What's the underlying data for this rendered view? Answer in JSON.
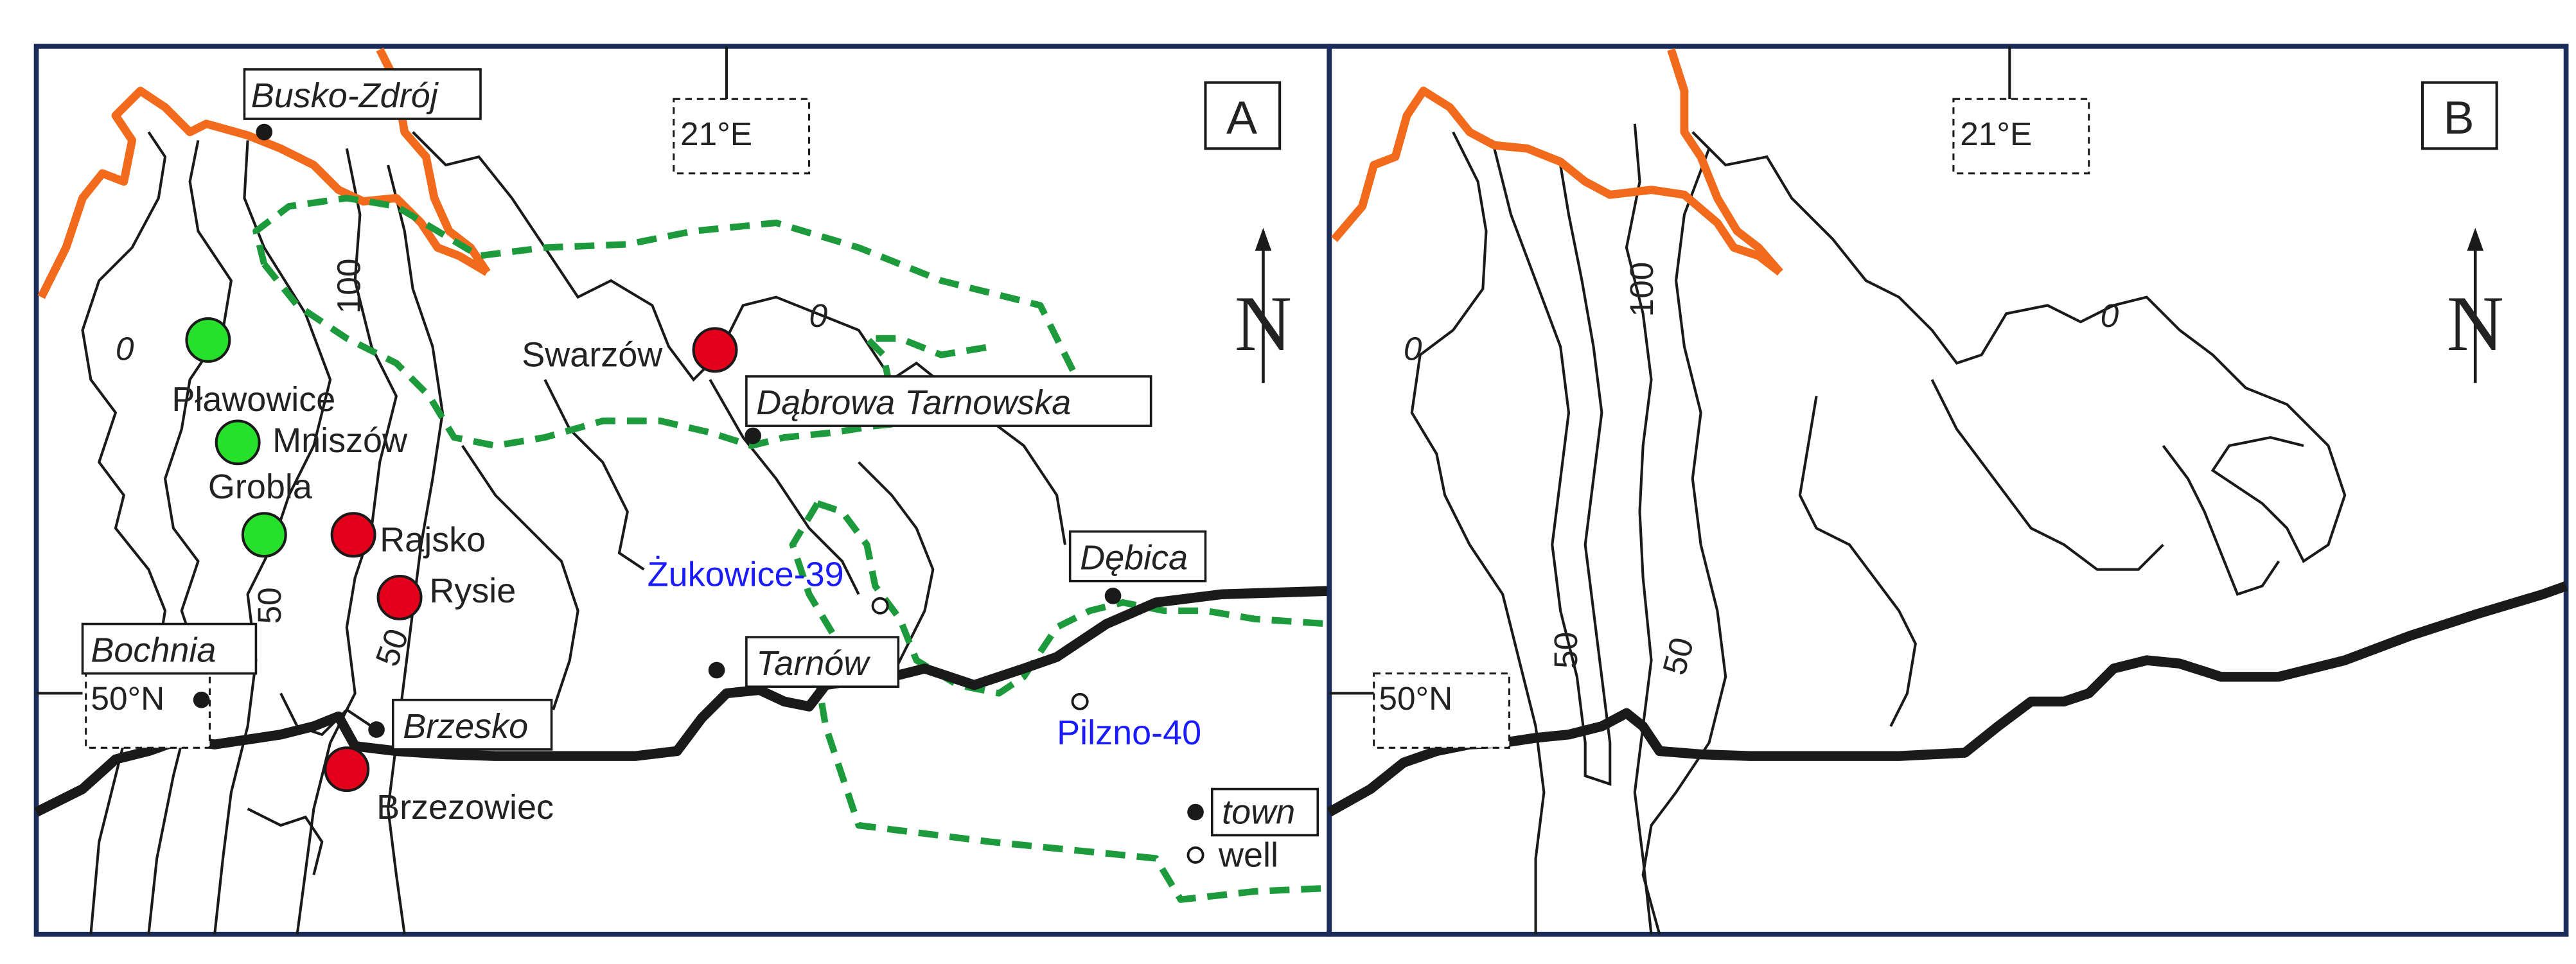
{
  "panels": [
    {
      "label": "A",
      "longitude_label": "21°E",
      "latitude_label": "50°N",
      "north_label": "N"
    },
    {
      "label": "B",
      "longitude_label": "21°E",
      "latitude_label": "50°N",
      "north_label": "N"
    }
  ],
  "contour_labels": {
    "zero": "0",
    "fifty": "50",
    "hundred": "100"
  },
  "towns": {
    "busko": "Busko-Zdrój",
    "dabrowa": "Dąbrowa Tarnowska",
    "debica": "Dębica",
    "bochnia": "Bochnia",
    "tarnow": "Tarnów",
    "brzesko": "Brzesko"
  },
  "sites_red": {
    "swarzow": "Swarzów",
    "rajsko": "Rajsko",
    "rysie": "Rysie",
    "brzezowiec": "Brzezowiec"
  },
  "sites_green": {
    "plawowice": "Pławowice",
    "mniszow": "Mniszów",
    "grobla": "Grobla"
  },
  "wells": {
    "zukowice": "Żukowice-39",
    "pilzno": "Pilzno-40"
  },
  "legend": {
    "town": "town",
    "well": "well"
  },
  "colors": {
    "red_site": "#e3001b",
    "green_site": "#26e02c",
    "orange_line": "#f26b1d",
    "green_dashed": "#1d9a3b",
    "well_label": "#1a1aff",
    "frame": "#1c2c5a"
  }
}
